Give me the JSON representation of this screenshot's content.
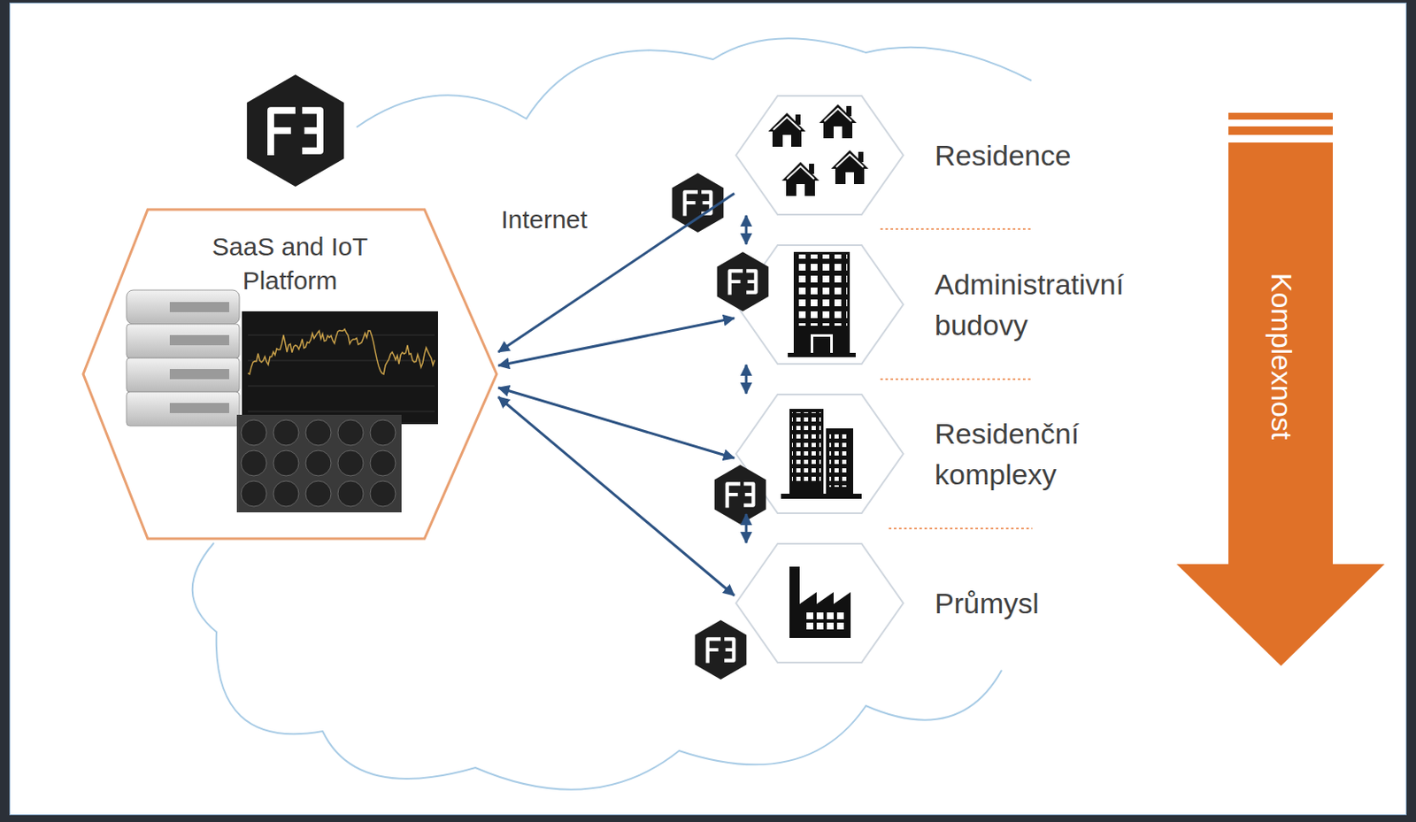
{
  "diagram": {
    "nodes": [
      {
        "text": [
          "SaaS and IoT Platform"
        ]
      },
      {
        "text": [
          "Residence"
        ]
      },
      {
        "text": [
          "Administrativní budovy"
        ]
      },
      {
        "text": [
          "Residenční komplexy"
        ]
      },
      {
        "text": [
          "Průmysl"
        ]
      }
    ],
    "edges": [
      {
        "from": 1,
        "to": 0,
        "arrow": "to"
      },
      {
        "from": 0,
        "to": 2,
        "arrow": "both"
      },
      {
        "from": 0,
        "to": 3,
        "arrow": "both"
      },
      {
        "from": 0,
        "to": 4,
        "arrow": "both"
      },
      {
        "from": 1,
        "to": 2,
        "arrow": "both"
      },
      {
        "from": 2,
        "to": 3,
        "arrow": "both"
      },
      {
        "from": 3,
        "to": 4,
        "arrow": "both"
      }
    ],
    "labels": [
      "Internet",
      "Komplexnost"
    ]
  }
}
